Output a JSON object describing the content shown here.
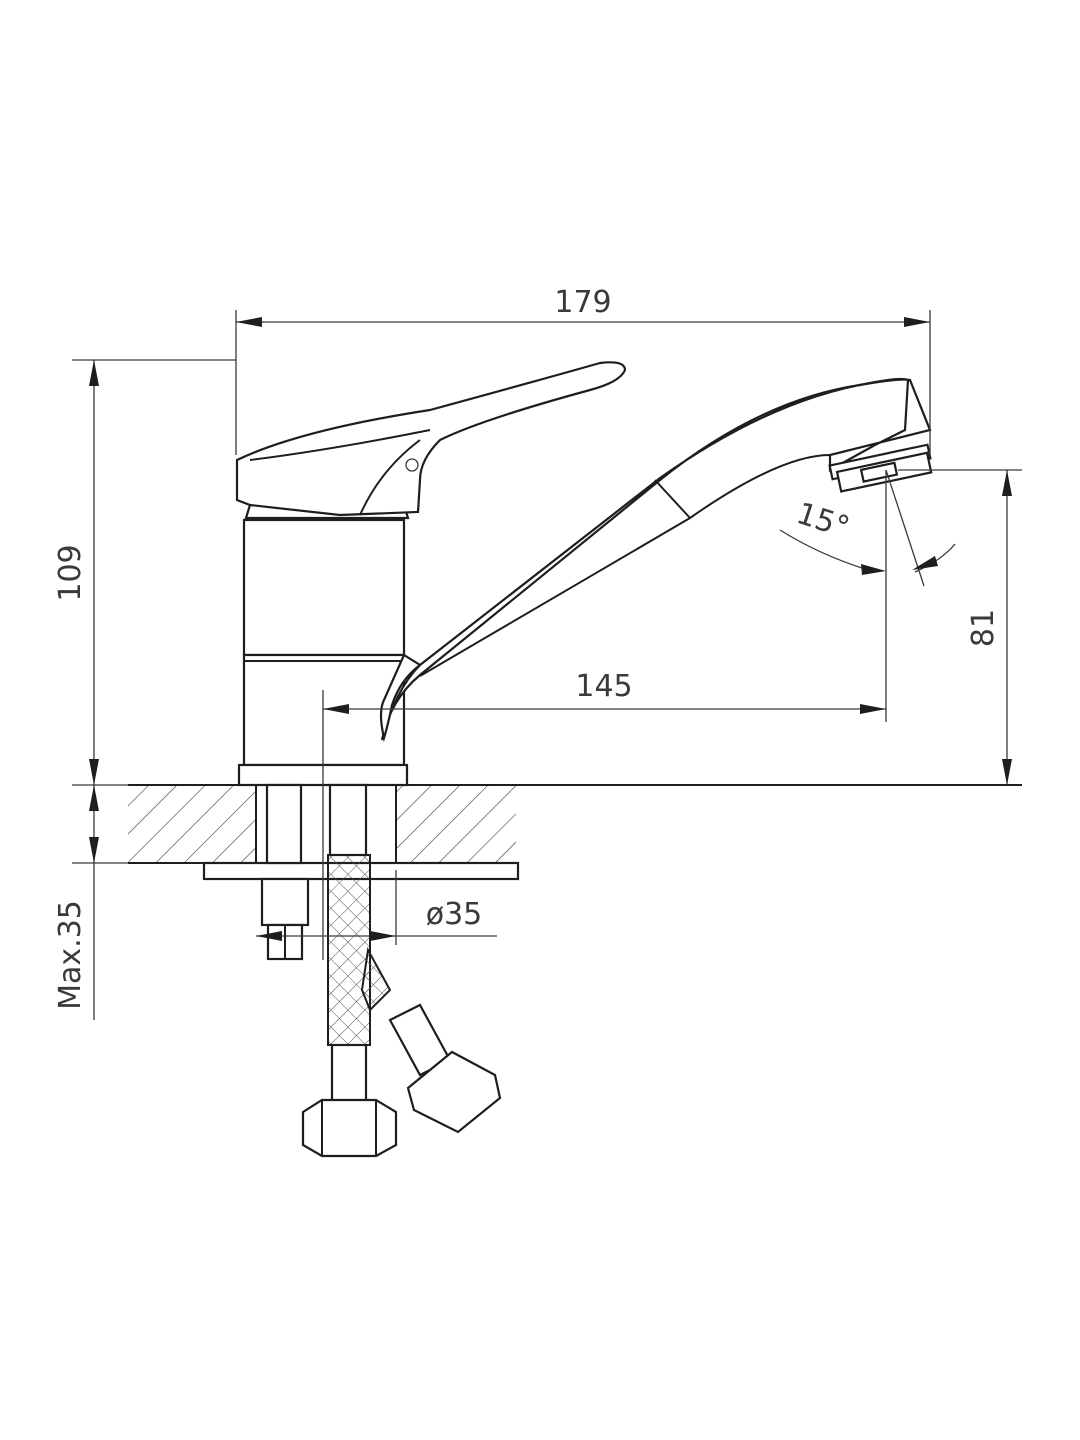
{
  "drawing": {
    "dimensions": {
      "total_width": "179",
      "height": "109",
      "spout_reach": "145",
      "spout_height": "81",
      "swivel_angle": "15°",
      "hole_diameter": "ø35",
      "max_countertop": "Max.35"
    },
    "colors": {
      "line": "#1e1e1e",
      "text": "#3a3a3a",
      "background": "#ffffff"
    }
  }
}
